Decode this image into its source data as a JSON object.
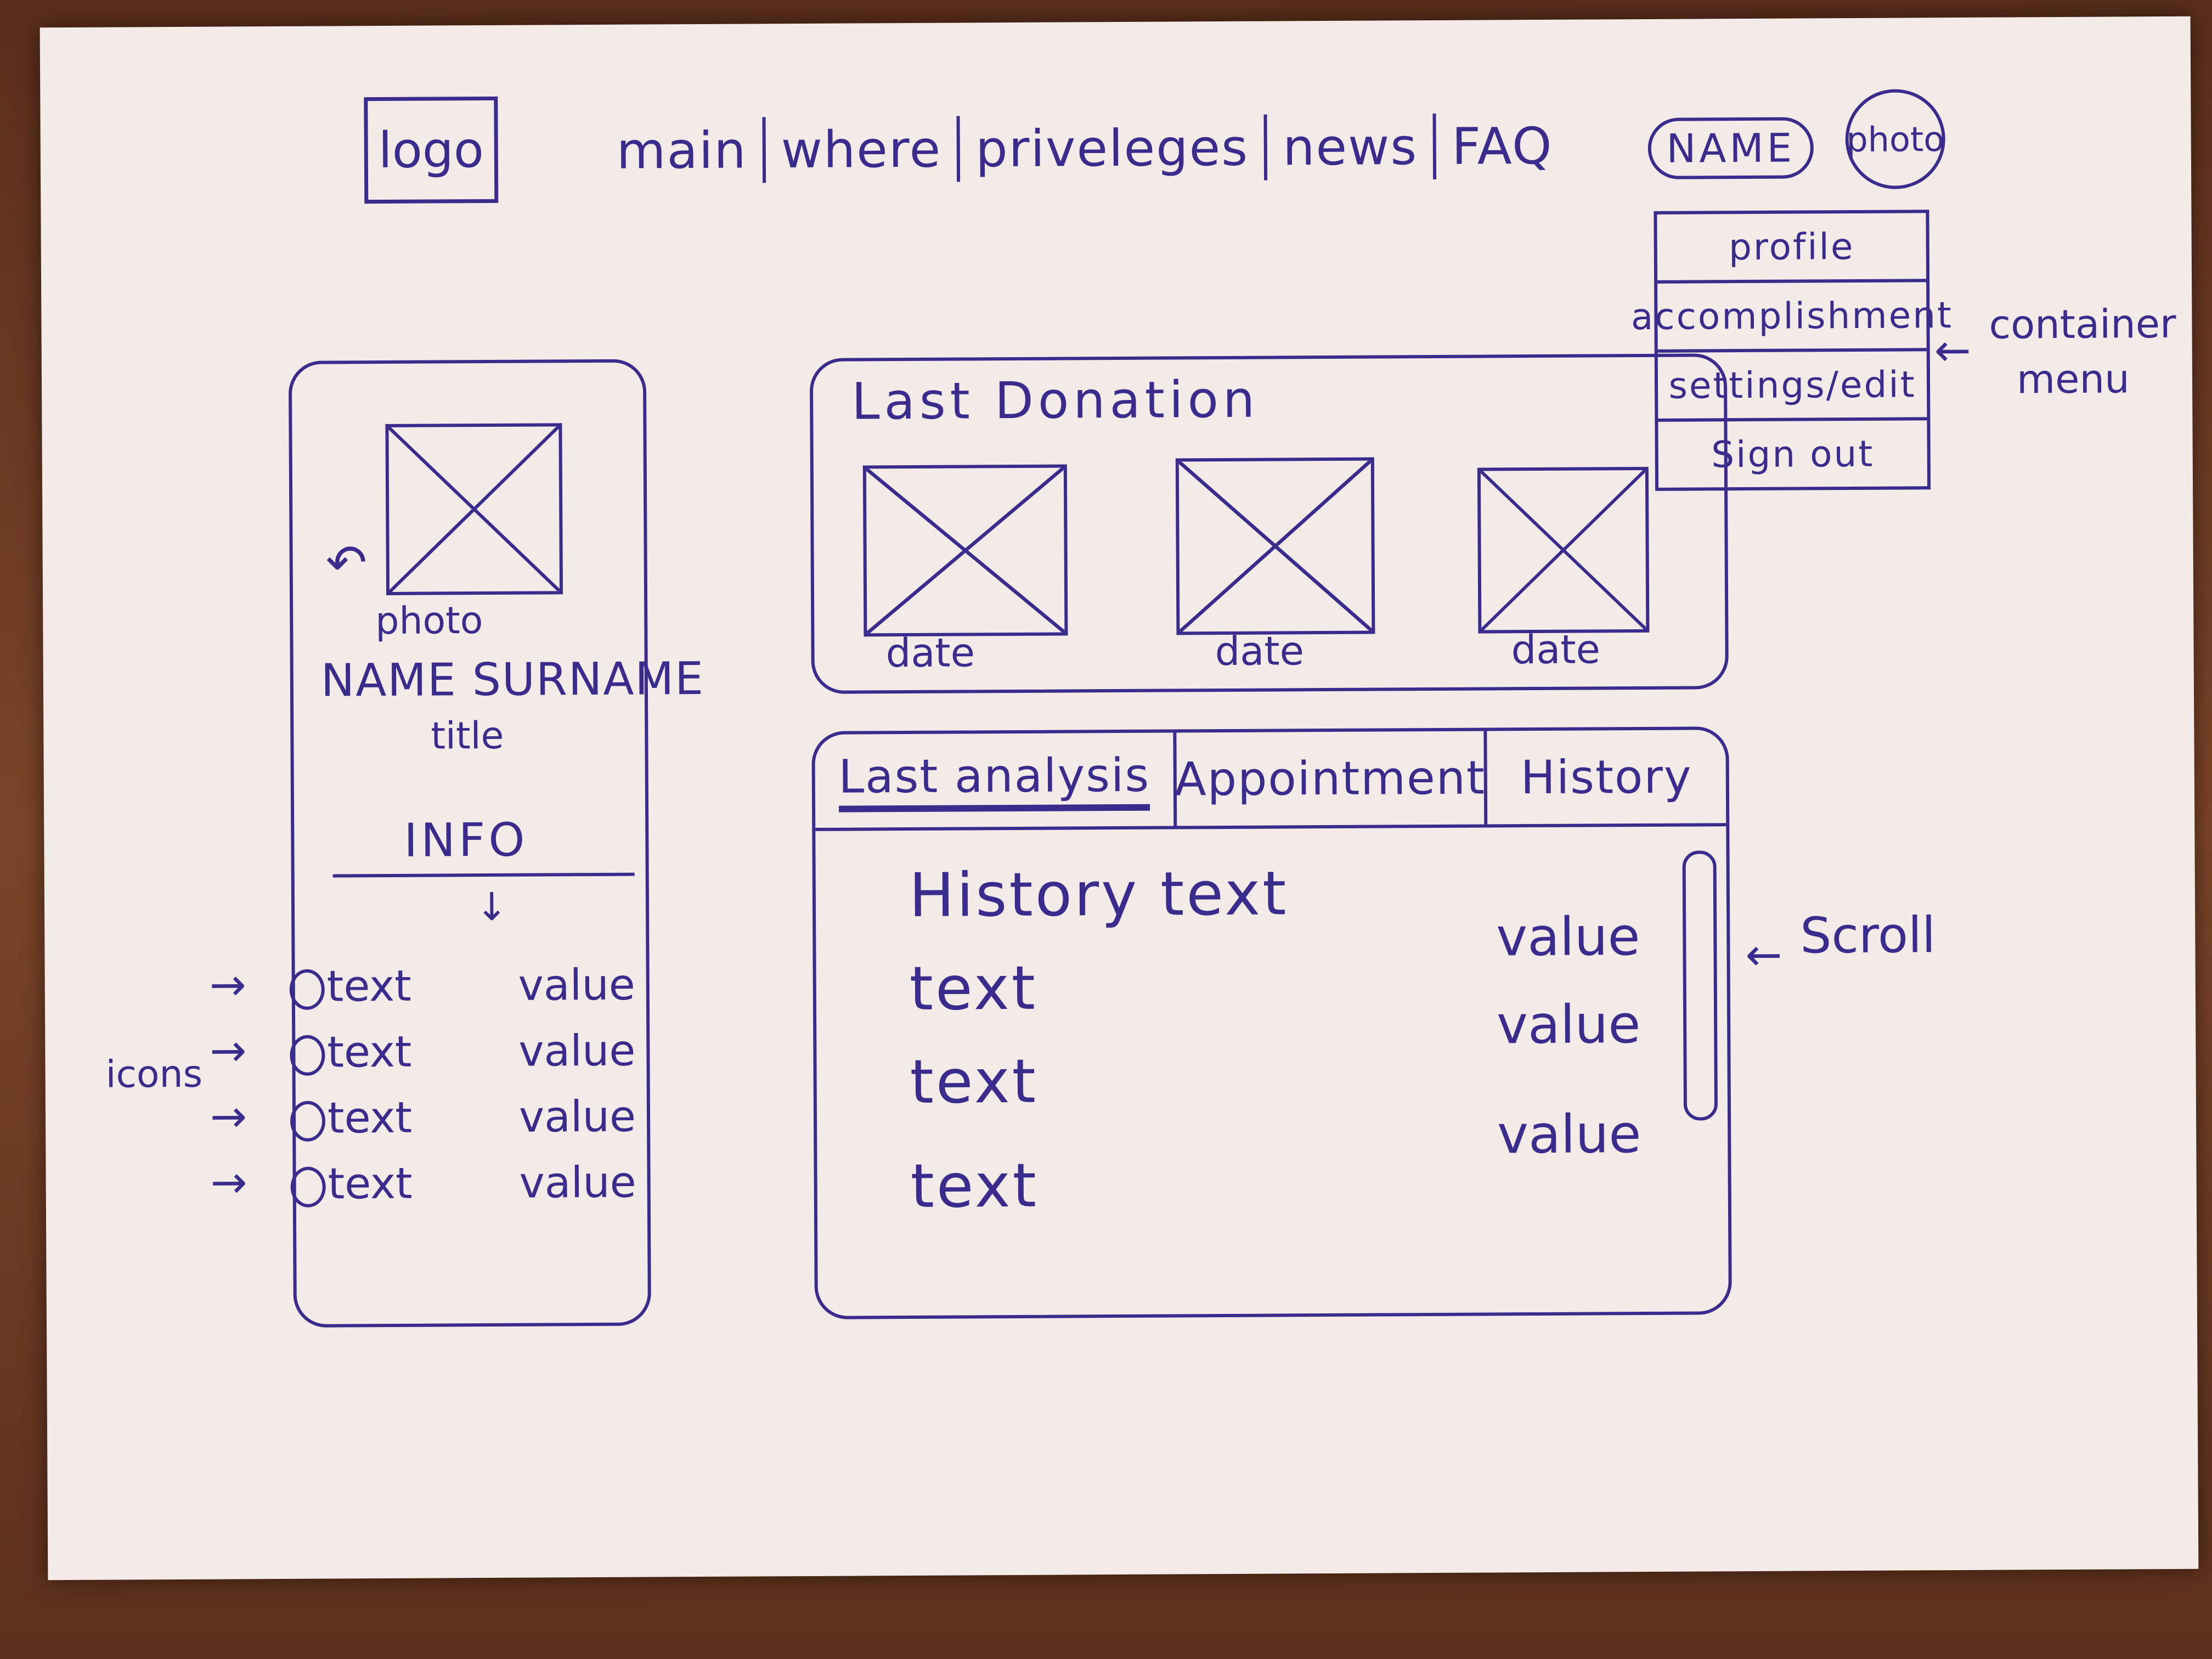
{
  "header": {
    "logo": "logo",
    "nav": [
      "main",
      "where",
      "priveleges",
      "news",
      "FAQ"
    ],
    "user_name": "NAME",
    "user_photo": "photo"
  },
  "menu": {
    "items": [
      "profile",
      "accomplishment",
      "settings/edit",
      "Sign out"
    ],
    "annotation": [
      "container",
      "menu"
    ]
  },
  "profile": {
    "photo_caption": "photo",
    "name": "NAME SURNAME",
    "title": "title",
    "info_heading": "INFO",
    "down_arrow": "↓",
    "icons_annotation": "icons",
    "rows": [
      {
        "label": "text",
        "value": "value"
      },
      {
        "label": "text",
        "value": "value"
      },
      {
        "label": "text",
        "value": "value"
      },
      {
        "label": "text",
        "value": "value"
      }
    ]
  },
  "donation": {
    "title": "Last Donation",
    "items": [
      {
        "caption": "date"
      },
      {
        "caption": "date"
      },
      {
        "caption": "date"
      }
    ]
  },
  "tabs": {
    "labels": [
      "Last analysis",
      "Appointment",
      "History"
    ],
    "active": 0,
    "heading": "History text",
    "lines": [
      "text",
      "text",
      "text"
    ],
    "values": [
      "value",
      "value",
      "value"
    ],
    "scroll_annotation": "Scroll"
  },
  "colors": {
    "ink": "#3a2c8c",
    "paper": "#f3ebe7",
    "table": "#6b3a24"
  }
}
